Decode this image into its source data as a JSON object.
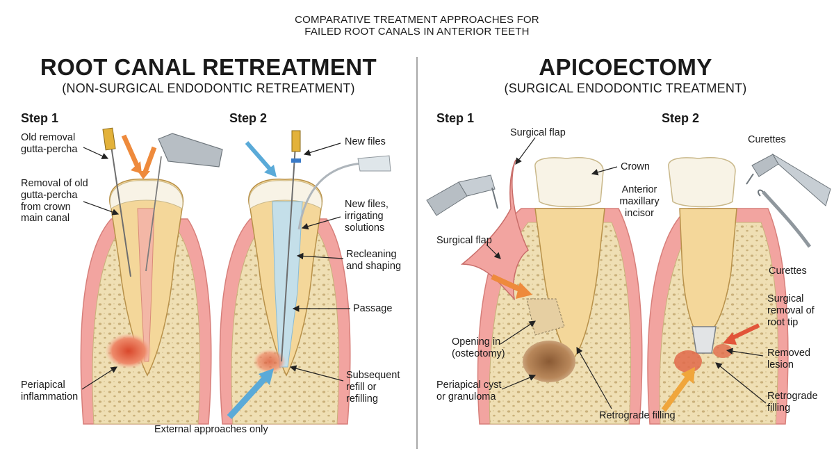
{
  "header": {
    "title": "COMPARATIVE TREATMENT APPROACHES FOR\nFAILED ROOT CANALS IN ANTERIOR TEETH"
  },
  "panels": {
    "left": {
      "title": "ROOT CANAL RETREATMENT",
      "subtitle": "(NON-SURGICAL ENDODONTIC RETREATMENT)",
      "step1": "Step 1",
      "step2": "Step 2",
      "labels": {
        "old_removal": "Old removal\ngutta-percha",
        "removal_old": "Removal of old\ngutta-percha\nfrom crown\nmain canal",
        "periapical_inflammation": "Periapical\ninflammation",
        "new_files": "New files",
        "new_files_irrigating": "New files,\nirrigating\nsolutions",
        "recleaning": "Recleaning\nand shaping",
        "passage": "Passage",
        "subsequent_refill": "Subsequent\nrefill or\nrefilling",
        "external_approaches": "External approaches only"
      }
    },
    "right": {
      "title": "APICOECTOMY",
      "subtitle": "(SURGICAL ENDODONTIC TREATMENT)",
      "step1": "Step 1",
      "step2": "Step 2",
      "labels": {
        "surgical_flap_top": "Surgical flap",
        "crown": "Crown",
        "anterior_incisor": "Anterior\nmaxillary\nincisor",
        "surgical_flap_mid": "Surgical flap",
        "opening": "Opening in\n(osteotomy)",
        "periapical_cyst": "Periapical cyst\nor granuloma",
        "retrograde_filling_bottom": "Retrograde filling",
        "curettes_top": "Curettes",
        "curettes_mid": "Curettes",
        "surgical_removal": "Surgical\nremoval of\nroot tip",
        "removed_lesion": "Removed\nlesion",
        "retrograde_filling_right": "Retrograde\nfilling"
      }
    }
  },
  "colors": {
    "gum": "#f2a4a0",
    "bone": "#efdfb4",
    "dentin": "#f4d79a",
    "enamel": "#f8f3e6",
    "inflammation": "#e06a4a",
    "irrigant": "#a8d6ee",
    "instrument": "#9aa3ab",
    "arrow_orange": "#ee8a3c",
    "arrow_blue": "#5aaad8",
    "lesion_brown": "#a9774a"
  }
}
